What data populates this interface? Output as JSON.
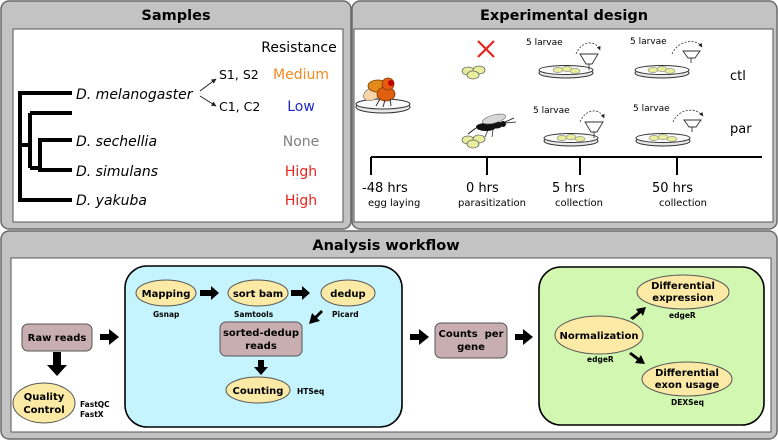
{
  "panels": {
    "samples": "Samples",
    "design": "Experimental design",
    "workflow": "Analysis workflow"
  },
  "samples": {
    "resistance_header": "Resistance",
    "species": [
      {
        "name": "D. melanogaster"
      },
      {
        "name": "D. sechellia",
        "resistance": "None",
        "color": "#808080"
      },
      {
        "name": "D. simulans",
        "resistance": "High",
        "color": "#e8251e"
      },
      {
        "name": "D. yakuba",
        "resistance": "High",
        "color": "#e8251e"
      }
    ],
    "melanogaster_lines": [
      {
        "lines": "S1, S2",
        "resistance": "Medium",
        "color": "#f28a1e"
      },
      {
        "lines": "C1, C2",
        "resistance": "Low",
        "color": "#1f27c8"
      }
    ]
  },
  "design": {
    "rows": {
      "control": "ctl",
      "parasitized": "par"
    },
    "larvae_label": "5 larvae",
    "timepoints": [
      {
        "time": "-48 hrs",
        "event": "egg laying"
      },
      {
        "time": "0 hrs",
        "event": "parasitization"
      },
      {
        "time": "5 hrs",
        "event": "collection"
      },
      {
        "time": "50 hrs",
        "event": "collection"
      }
    ]
  },
  "workflow": {
    "raw_reads": "Raw reads",
    "quality_control": [
      "Quality",
      "Control"
    ],
    "qc_tools": [
      "FastQC",
      "FastX"
    ],
    "mapping": "Mapping",
    "mapping_tool": "Gsnap",
    "sort_bam": "sort bam",
    "sort_tool": "Samtools",
    "dedup": "dedup",
    "dedup_tool": "Picard",
    "sorted_dedup": [
      "sorted-dedup",
      "reads"
    ],
    "counting": "Counting",
    "counting_tool": "HTSeq",
    "counts_per_gene": [
      "Counts  per",
      "gene"
    ],
    "normalization": "Normalization",
    "normalization_tool": "edgeR",
    "diff_expression": [
      "Differential",
      "expression"
    ],
    "diff_expression_tool": "edgeR",
    "diff_exon": [
      "Differential",
      "exon usage"
    ],
    "diff_exon_tool": "DEXSeq"
  },
  "colors": {
    "panel_bg": "#c3c3c3",
    "pill_grey": "#c8aeb1",
    "pill_yellow": "#fbeaa5",
    "box_cyan": "#c6f4fe",
    "box_green": "#d1f7b1"
  }
}
